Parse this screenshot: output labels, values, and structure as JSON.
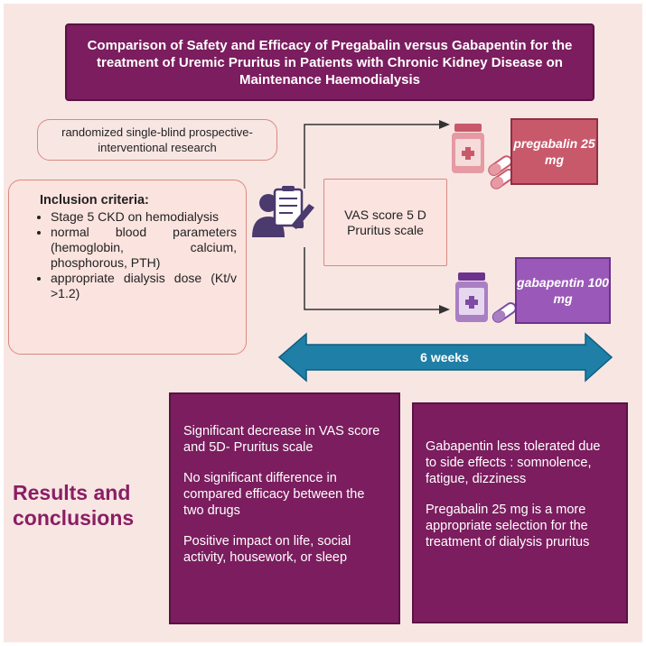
{
  "title": "Comparison of Safety and Efficacy of Pregabalin versus Gabapentin for the treatment of Uremic Pruritus in Patients with Chronic Kidney Disease on Maintenance Haemodialysis",
  "study_design": "randomized single-blind prospective-interventional research",
  "inclusion": {
    "heading": "Inclusion criteria:",
    "items": [
      "Stage 5 CKD on hemodialysis",
      "normal blood parameters (hemoglobin, calcium, phosphorous, PTH)",
      "appropriate dialysis dose (Kt/v >1.2)"
    ]
  },
  "assessment": "VAS score 5 D Pruritus scale",
  "drugs": {
    "pregabalin": "pregabalin 25 mg",
    "gabapentin": "gabapentin 100 mg"
  },
  "duration": "6 weeks",
  "results": {
    "label": "Results and conclusions",
    "panel1": [
      "Significant decrease in VAS score and 5D- Pruritus scale",
      "No significant difference in compared efficacy between the two drugs",
      "Positive impact on life, social activity, housework, or sleep"
    ],
    "panel2": [
      "Gabapentin less tolerated due to side effects : somnolence, fatigue, dizziness",
      "Pregabalin 25 mg is a more appropriate selection for the treatment of dialysis pruritus"
    ]
  },
  "colors": {
    "background": "#f8e6e3",
    "dark_purple": "#7b1d5e",
    "pregabalin_box": "#c8596b",
    "gabapentin_box": "#9a59b8",
    "arrow": "#1f7fa6",
    "result_label": "#8b1e63"
  },
  "icons": [
    "clipboard-person-icon",
    "pregabalin-pill-bottle-icon",
    "gabapentin-pill-bottle-icon",
    "double-headed-arrow-icon"
  ]
}
